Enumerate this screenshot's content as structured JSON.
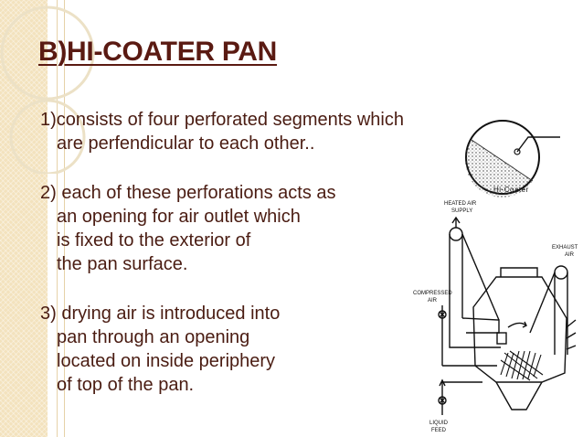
{
  "slide": {
    "title": "B)HI-COATER PAN",
    "points": [
      {
        "first": "1)consists of four perforated segments which",
        "rest": [
          "are perfendicular to each other.."
        ]
      },
      {
        "first": "2) each of these perforations acts as",
        "rest": [
          "an opening for air outlet which",
          "is fixed to the exterior of",
          "the pan surface."
        ]
      },
      {
        "first": "3) drying air is introduced into",
        "rest": [
          "pan through an opening",
          "located on inside periphery",
          "of top of the pan."
        ]
      }
    ]
  },
  "diagram": {
    "caption": "Hi-Coater",
    "labels": {
      "heated_air_1": "HEATED AIR",
      "heated_air_2": "SUPPLY",
      "exhaust_1": "EXHAUST",
      "exhaust_2": "AIR",
      "compressed_1": "COMPRESSED",
      "compressed_2": "AIR",
      "liquid_1": "LIQUID",
      "liquid_2": "FEED"
    }
  },
  "colors": {
    "title": "#5a1a12",
    "text": "#4a1c12",
    "stripe": "#f3e2bd"
  }
}
